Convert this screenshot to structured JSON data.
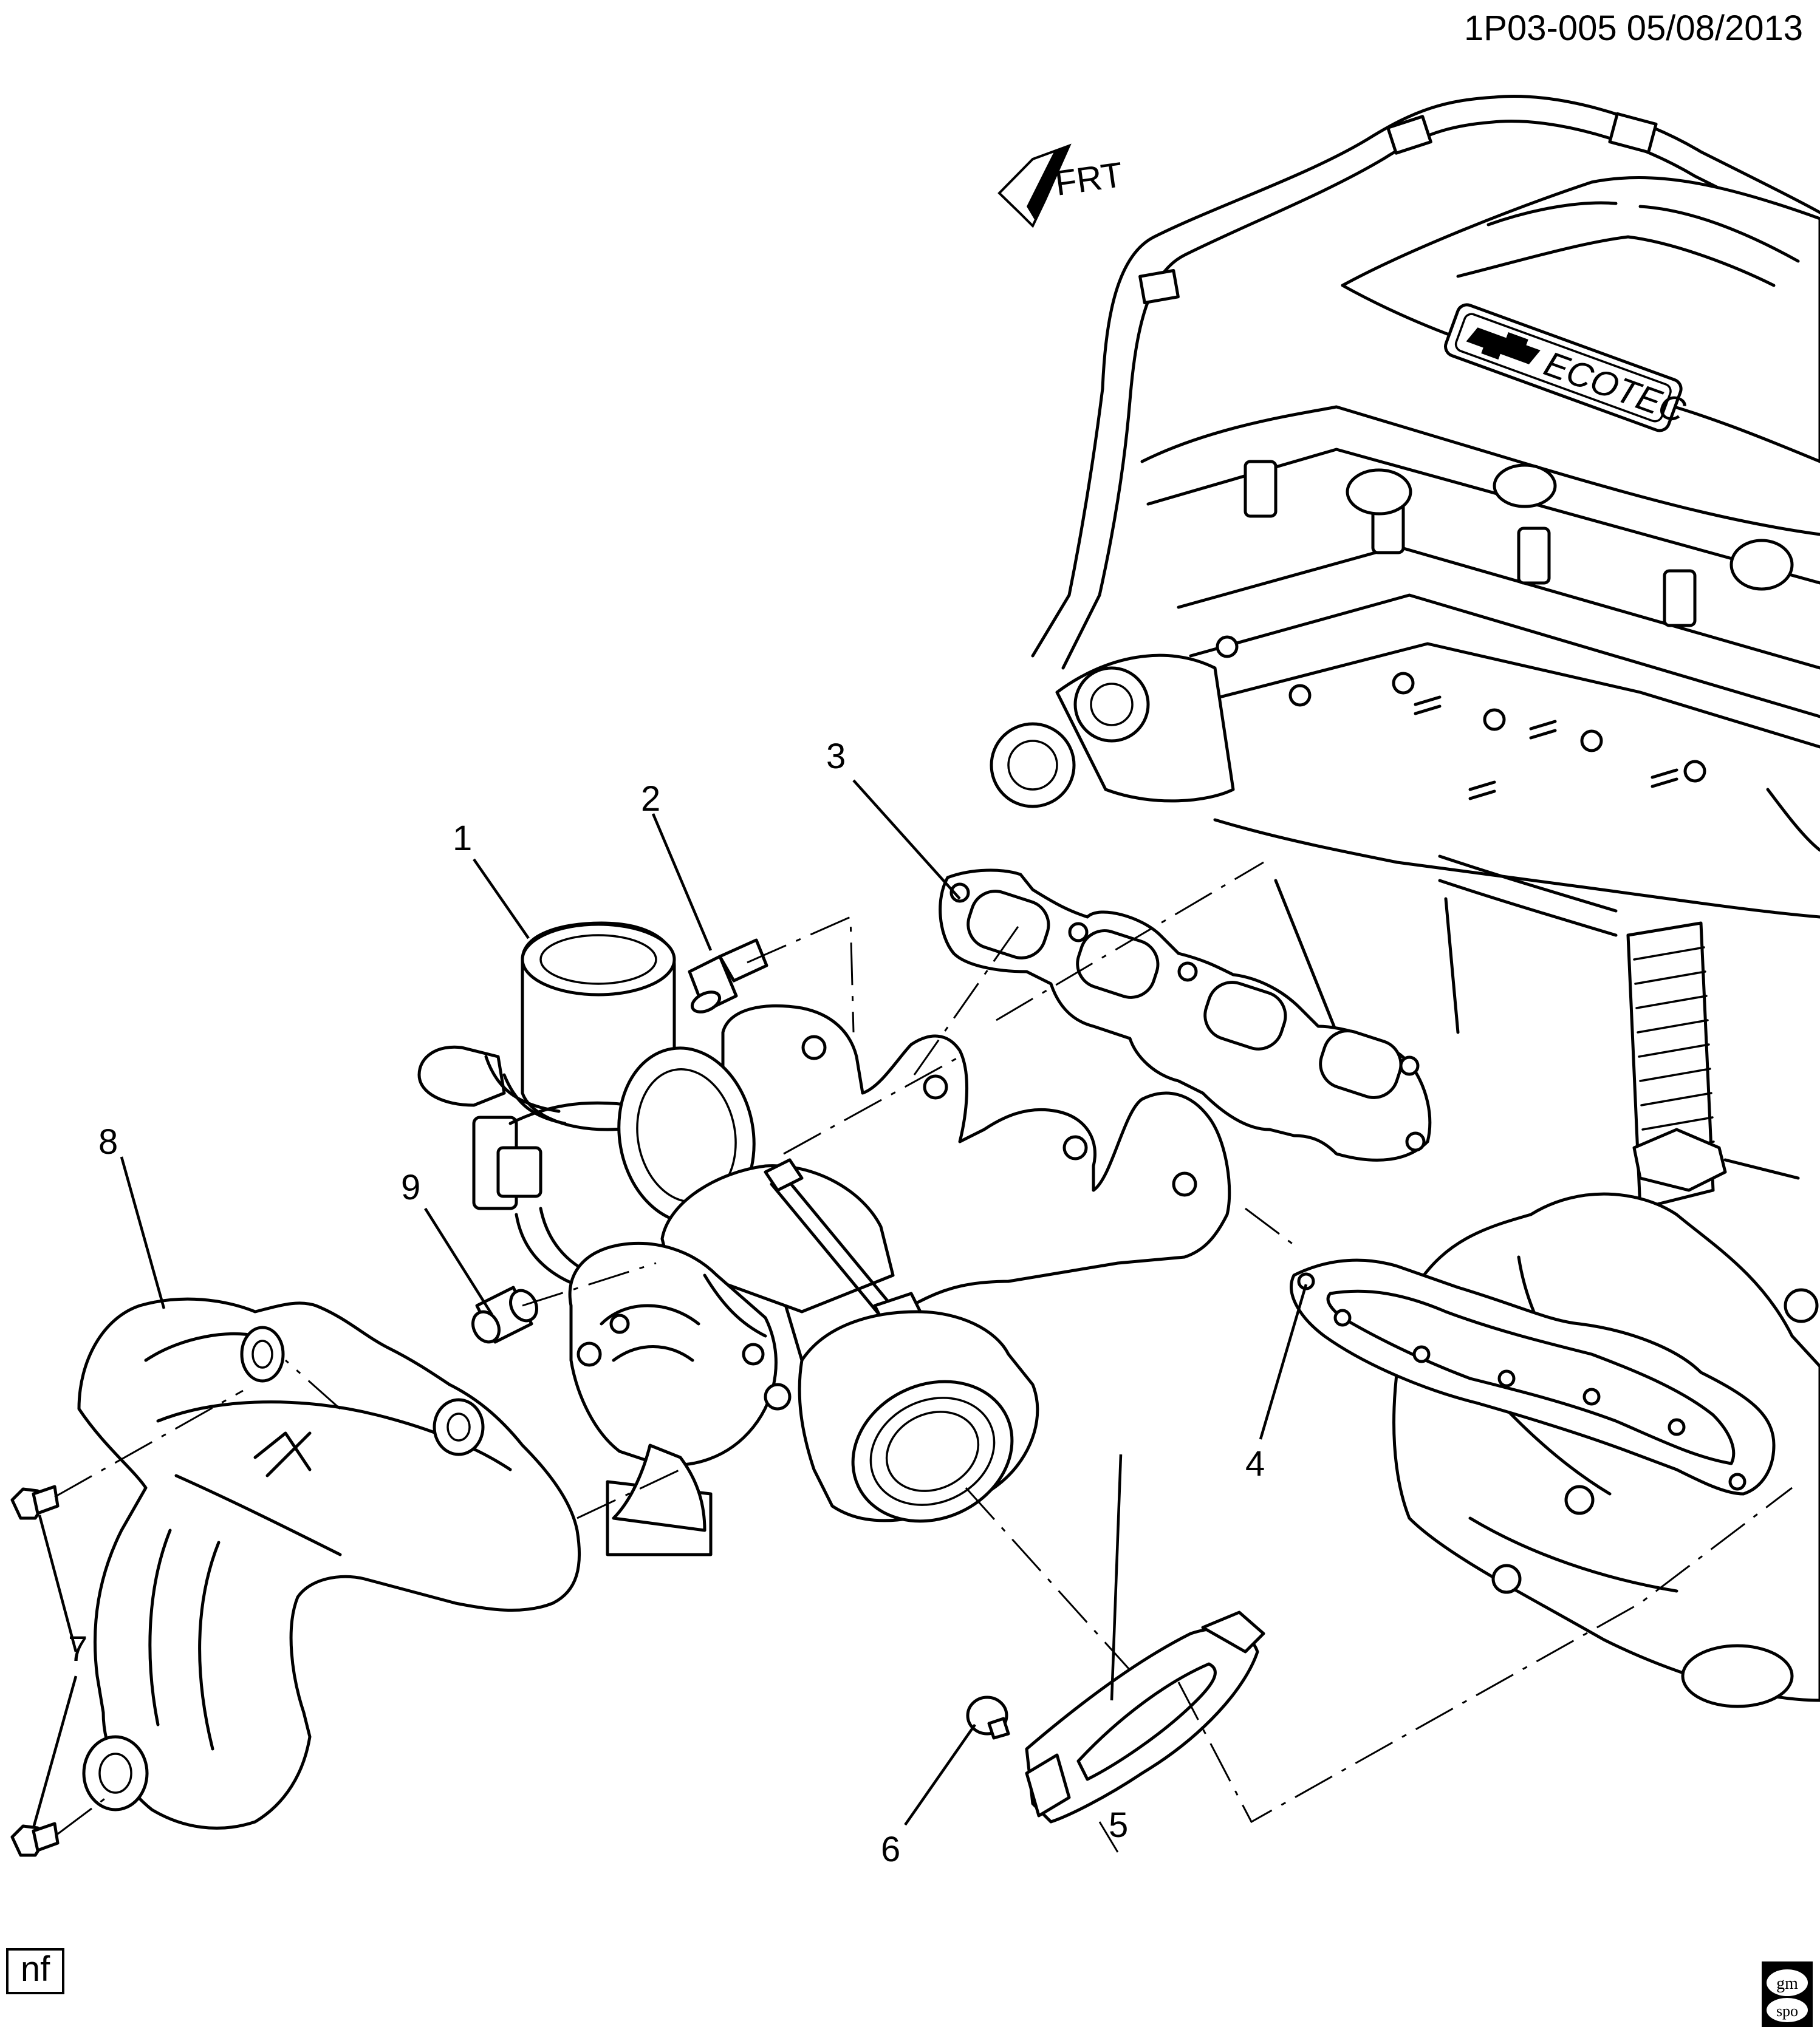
{
  "header": {
    "ref": "1P03-005 05/08/2013"
  },
  "orientation": {
    "label": "FRT"
  },
  "engine_cover": {
    "badge": "ECOTEC"
  },
  "callouts": [
    {
      "id": "1",
      "name": "callout-1"
    },
    {
      "id": "2",
      "name": "callout-2"
    },
    {
      "id": "3",
      "name": "callout-3"
    },
    {
      "id": "4",
      "name": "callout-4"
    },
    {
      "id": "5",
      "name": "callout-5"
    },
    {
      "id": "6",
      "name": "callout-6"
    },
    {
      "id": "7",
      "name": "callout-7"
    },
    {
      "id": "8",
      "name": "callout-8"
    },
    {
      "id": "9",
      "name": "callout-9"
    }
  ],
  "footer": {
    "tag": "nf",
    "logo_top": "gm",
    "logo_bottom": "spo"
  }
}
